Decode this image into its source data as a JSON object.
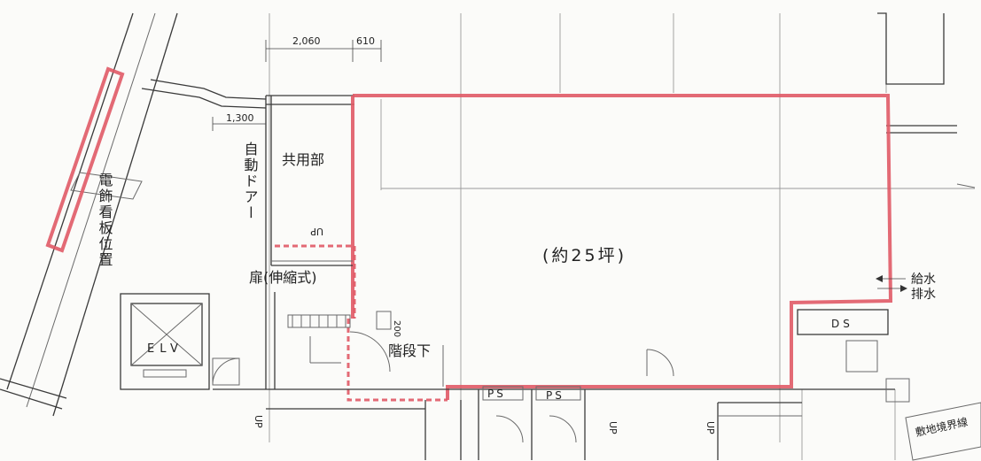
{
  "dimensions": {
    "top_a": "2,060",
    "top_b": "610",
    "left": "1,300",
    "step": "200"
  },
  "labels": {
    "common_area": "共用部",
    "auto_door": "自動ドアー",
    "up": "UP",
    "sign_position": "電飾看板位置",
    "door_folding": "扉(伸縮式)",
    "area": "(約25坪)",
    "elevator": "ELV",
    "under_stairs": "階段下",
    "ds": "DS",
    "ps": "PS",
    "water_supply": "給水",
    "drainage": "排水",
    "boundary": "敷地境界線"
  },
  "colors": {
    "tenant_outline": "#e05a66",
    "ink": "#222222",
    "paper": "#fbfbf9"
  }
}
